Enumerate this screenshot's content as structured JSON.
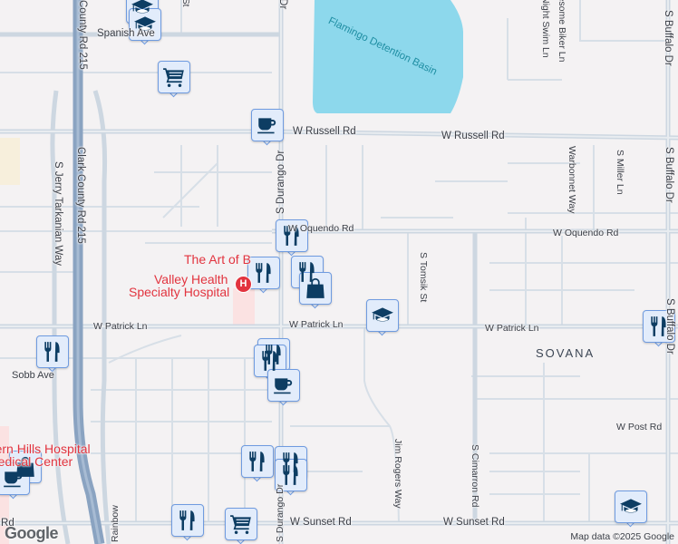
{
  "map": {
    "colors": {
      "background": "#f4f2f3",
      "road": "#d3dde7",
      "major_road": "#c9d4de",
      "freeway": "#8aa3c1",
      "water": "#8dd8ec",
      "marker_bg": "#e2ecfb",
      "marker_border": "#6f9be0",
      "marker_icon": "#0d3d63",
      "poi_red": "#e2343f"
    },
    "labels": {
      "county_rd_top": "County Rd 215",
      "spanish_ave": "Spanish Ave",
      "st_top": "St",
      "durango_top": "S Durango Dr",
      "basin": "Flamingo Detention Basin",
      "night_swim": "Night Swim Ln",
      "lonesome_biker": "Lonesome Biker Ln",
      "buffalo_top": "S Buffalo Dr",
      "russell_1": "W Russell Rd",
      "russell_2": "W Russell Rd",
      "clark_county": "Clark County Rd 215",
      "jerry_tarkanian": "S Jerry Tarkanian Way",
      "durango_mid": "S Durango Dr",
      "warbonnet": "Warbonnet Way",
      "miller": "S Miller Ln",
      "buffalo_mid": "S Buffalo Dr",
      "oquendo_1": "W Oquendo Rd",
      "oquendo_2": "W Oquendo Rd",
      "tomsik": "S Tomsik St",
      "art_of": "The Art of B",
      "valley_health_1": "Valley Health",
      "valley_health_2": "Specialty Hospital",
      "patrick_1": "W Patrick Ln",
      "patrick_2": "W Patrick Ln",
      "patrick_3": "W Patrick Ln",
      "buffalo_low": "S Buffalo Dr",
      "sovana": "SOVANA",
      "sobb": "Sobb Ave",
      "post": "W Post Rd",
      "jim_rogers": "Jim Rogers Way",
      "cimarron": "S Cimarron Rd",
      "southern_hills_1": "Southern Hills Hospital",
      "southern_hills_2": "Medical Center",
      "sunset_1": "W Sunset Rd",
      "sunset_2": "W Sunset Rd",
      "sunset_3": "W Sunset Rd",
      "rainbow": "Rainbow",
      "durango_low": "S Durango Dr"
    },
    "hospital_icon_letter": "H",
    "markers": [
      {
        "type": "school",
        "icon": "graduation-cap-icon"
      },
      {
        "type": "school",
        "icon": "graduation-cap-icon"
      },
      {
        "type": "grocery",
        "icon": "shopping-cart-icon"
      },
      {
        "type": "cafe",
        "icon": "coffee-cup-icon"
      },
      {
        "type": "restaurant",
        "icon": "fork-knife-icon"
      },
      {
        "type": "restaurant",
        "icon": "fork-knife-icon"
      },
      {
        "type": "restaurant",
        "icon": "fork-knife-icon"
      },
      {
        "type": "shopping",
        "icon": "shopping-bag-icon"
      },
      {
        "type": "school",
        "icon": "graduation-cap-icon"
      },
      {
        "type": "restaurant",
        "icon": "fork-knife-icon"
      },
      {
        "type": "restaurant",
        "icon": "fork-knife-icon"
      },
      {
        "type": "restaurant",
        "icon": "fork-knife-icon"
      },
      {
        "type": "cafe",
        "icon": "coffee-cup-icon"
      },
      {
        "type": "restaurant",
        "icon": "fork-knife-icon"
      },
      {
        "type": "shopping",
        "icon": "shopping-bag-icon"
      },
      {
        "type": "cafe",
        "icon": "coffee-cup-icon"
      },
      {
        "type": "restaurant",
        "icon": "fork-knife-icon"
      },
      {
        "type": "restaurant",
        "icon": "fork-knife-icon"
      },
      {
        "type": "restaurant",
        "icon": "fork-knife-icon"
      },
      {
        "type": "restaurant",
        "icon": "fork-knife-icon"
      },
      {
        "type": "grocery",
        "icon": "shopping-cart-icon"
      },
      {
        "type": "school",
        "icon": "graduation-cap-icon"
      }
    ],
    "logo": "Google",
    "copyright": "Map data ©2025 Google"
  }
}
